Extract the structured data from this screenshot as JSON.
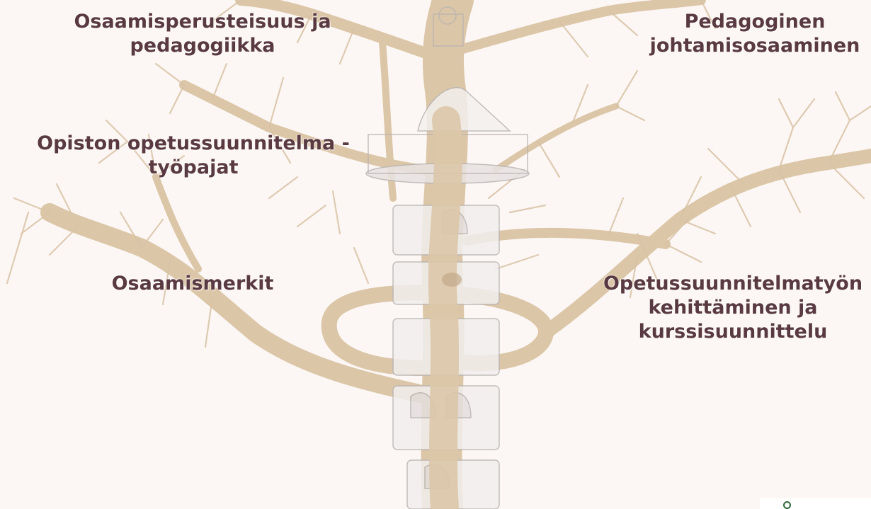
{
  "slide": {
    "topics": {
      "osaamisperusteisuus": {
        "line1": "Osaamisperusteisuus ja",
        "line2": "pedagogiikka"
      },
      "pedagoginen": {
        "line1": "Pedagoginen",
        "line2": "johtamisosaaminen"
      },
      "opiston": {
        "line1": "Opiston opetussuunnitelma -",
        "line2": "työpajat"
      },
      "osaamismerkit": {
        "line1": "Osaamismerkit"
      },
      "opetussuunnitelmatyo": {
        "line1": "Opetussuunnitelmatyön",
        "line2": "kehittäminen ja",
        "line3": "kurssisuunnittelu"
      }
    },
    "background": {
      "image": "treehouse-tree-illustration"
    },
    "colors": {
      "text": "#5a3a42",
      "background": "#fcf7f4",
      "branch": "#d9c3a6"
    },
    "logo": {
      "icon": "logo-ring-icon"
    }
  }
}
